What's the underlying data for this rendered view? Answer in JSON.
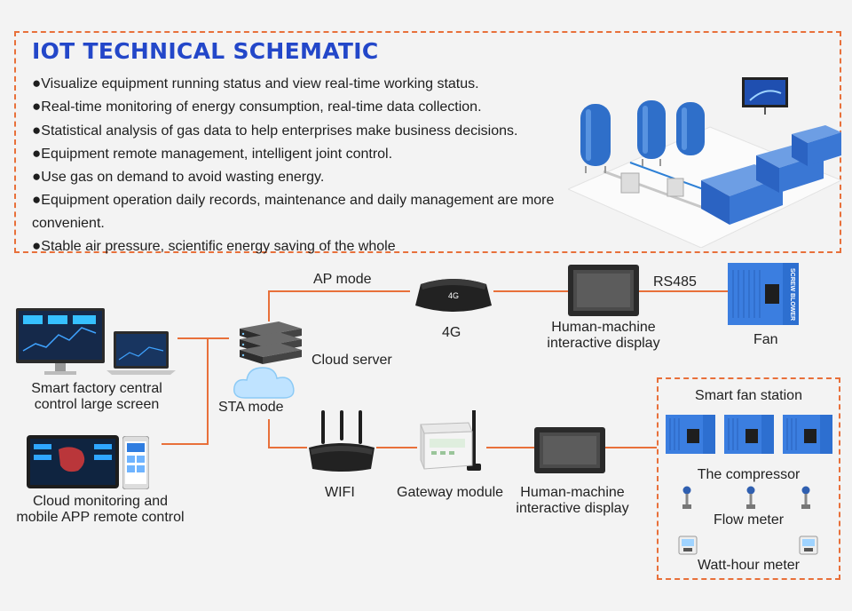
{
  "header": {
    "title": "IOT TECHNICAL SCHEMATIC",
    "bullets": [
      "Visualize equipment running status and view real-time working status.",
      "Real-time monitoring of energy consumption, real-time data collection.",
      "Statistical analysis of gas data to help enterprises make business decisions.",
      "Equipment remote management, intelligent joint control.",
      "Use gas on demand to avoid wasting energy.",
      "Equipment operation daily records, maintenance and daily management are more convenient.",
      "Stable air pressure, scientific energy saving of the whole"
    ],
    "bullet_symbol": "●"
  },
  "diagram": {
    "smart_factory": [
      "Smart factory central",
      "control large screen"
    ],
    "cloud_monitoring": [
      "Cloud monitoring and",
      "mobile APP remote control"
    ],
    "cloud_server": "Cloud server",
    "sta_mode": "STA mode",
    "ap_mode": "AP mode",
    "router_4g": "4G",
    "router_4g_badge": "4G",
    "hmi_top": [
      "Human-machine",
      "interactive display"
    ],
    "rs485": "RS485",
    "fan": "Fan",
    "wifi": "WIFI",
    "gateway": "Gateway module",
    "hmi_bottom": [
      "Human-machine",
      "interactive display"
    ],
    "station_title": "Smart fan station",
    "compressor": "The compressor",
    "flow_meter": "Flow meter",
    "watt_meter": "Watt-hour meter",
    "blower_text": "SCREW BLOWER"
  },
  "colors": {
    "accent_orange": "#e8703a",
    "title_blue": "#2347c9",
    "blower_blue": "#2d6fd0"
  },
  "icons": [
    "factory-plant-photo",
    "monitor-icon",
    "laptop-icon",
    "tablet-icon",
    "phone-icon",
    "server-stack-icon",
    "cloud-icon",
    "router-4g-icon",
    "hmi-display-icon",
    "blower-icon",
    "wifi-router-icon",
    "gateway-module-icon",
    "flow-meter-icon",
    "watt-meter-icon"
  ]
}
